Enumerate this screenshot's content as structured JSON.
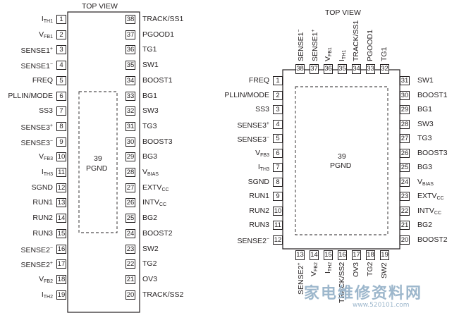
{
  "tssop": {
    "title": "TOP VIEW",
    "center_number": "39",
    "center_label": "PGND",
    "left_pins": [
      {
        "num": "1",
        "name": "I",
        "sub": "TH1"
      },
      {
        "num": "2",
        "name": "V",
        "sub": "FB1"
      },
      {
        "num": "3",
        "name": "SENSE1",
        "sup": "+"
      },
      {
        "num": "4",
        "name": "SENSE1",
        "sup": "−"
      },
      {
        "num": "5",
        "name": "FREQ"
      },
      {
        "num": "6",
        "name": "PLLIN/MODE"
      },
      {
        "num": "7",
        "name": "SS3"
      },
      {
        "num": "8",
        "name": "SENSE3",
        "sup": "+"
      },
      {
        "num": "9",
        "name": "SENSE3",
        "sup": "−"
      },
      {
        "num": "10",
        "name": "V",
        "sub": "FB3"
      },
      {
        "num": "11",
        "name": "I",
        "sub": "TH3"
      },
      {
        "num": "12",
        "name": "SGND"
      },
      {
        "num": "13",
        "name": "RUN1"
      },
      {
        "num": "14",
        "name": "RUN2"
      },
      {
        "num": "15",
        "name": "RUN3"
      },
      {
        "num": "16",
        "name": "SENSE2",
        "sup": "−"
      },
      {
        "num": "17",
        "name": "SENSE2",
        "sup": "+"
      },
      {
        "num": "18",
        "name": "V",
        "sub": "FB2"
      },
      {
        "num": "19",
        "name": "I",
        "sub": "TH2"
      }
    ],
    "right_pins": [
      {
        "num": "38",
        "name": "TRACK/SS1"
      },
      {
        "num": "37",
        "name": "PGOOD1"
      },
      {
        "num": "36",
        "name": "TG1"
      },
      {
        "num": "35",
        "name": "SW1"
      },
      {
        "num": "34",
        "name": "BOOST1"
      },
      {
        "num": "33",
        "name": "BG1"
      },
      {
        "num": "32",
        "name": "SW3"
      },
      {
        "num": "31",
        "name": "TG3"
      },
      {
        "num": "30",
        "name": "BOOST3"
      },
      {
        "num": "29",
        "name": "BG3"
      },
      {
        "num": "28",
        "name": "V",
        "sub": "BIAS"
      },
      {
        "num": "27",
        "name": "EXTV",
        "sub": "CC"
      },
      {
        "num": "26",
        "name": "INTV",
        "sub": "CC"
      },
      {
        "num": "25",
        "name": "BG2"
      },
      {
        "num": "24",
        "name": "BOOST2"
      },
      {
        "num": "23",
        "name": "SW2"
      },
      {
        "num": "22",
        "name": "TG2"
      },
      {
        "num": "21",
        "name": "OV3"
      },
      {
        "num": "20",
        "name": "TRACK/SS2"
      }
    ]
  },
  "qfn": {
    "title": "TOP VIEW",
    "center_number": "39",
    "center_label": "PGND",
    "left_pins": [
      {
        "num": "1",
        "name": "FREQ"
      },
      {
        "num": "2",
        "name": "PLLIN/MODE"
      },
      {
        "num": "3",
        "name": "SS3"
      },
      {
        "num": "4",
        "name": "SENSE3",
        "sup": "+"
      },
      {
        "num": "5",
        "name": "SENSE3",
        "sup": "−"
      },
      {
        "num": "6",
        "name": "V",
        "sub": "FB3"
      },
      {
        "num": "7",
        "name": "I",
        "sub": "TH3"
      },
      {
        "num": "8",
        "name": "SGND"
      },
      {
        "num": "9",
        "name": "RUN1"
      },
      {
        "num": "10",
        "name": "RUN2"
      },
      {
        "num": "11",
        "name": "RUN3"
      },
      {
        "num": "12",
        "name": "SENSE2",
        "sup": "−"
      }
    ],
    "right_pins": [
      {
        "num": "31",
        "name": "SW1"
      },
      {
        "num": "30",
        "name": "BOOST1"
      },
      {
        "num": "29",
        "name": "BG1"
      },
      {
        "num": "28",
        "name": "SW3"
      },
      {
        "num": "27",
        "name": "TG3"
      },
      {
        "num": "26",
        "name": "BOOST3"
      },
      {
        "num": "25",
        "name": "BG3"
      },
      {
        "num": "24",
        "name": "V",
        "sub": "BIAS"
      },
      {
        "num": "23",
        "name": "EXTV",
        "sub": "CC"
      },
      {
        "num": "22",
        "name": "INTV",
        "sub": "CC"
      },
      {
        "num": "21",
        "name": "BG2"
      },
      {
        "num": "20",
        "name": "BOOST2"
      }
    ],
    "top_pins": [
      {
        "num": "38",
        "name": "SENSE1",
        "sup": "−"
      },
      {
        "num": "37",
        "name": "SENSE1",
        "sup": "+"
      },
      {
        "num": "36",
        "name": "V",
        "sub": "FB1"
      },
      {
        "num": "35",
        "name": "I",
        "sub": "TH1"
      },
      {
        "num": "34",
        "name": "TRACK/SS1"
      },
      {
        "num": "33",
        "name": "PGOOD1"
      },
      {
        "num": "32",
        "name": "TG1"
      }
    ],
    "bottom_pins": [
      {
        "num": "13",
        "name": "SENSE2",
        "sup": "+"
      },
      {
        "num": "14",
        "name": "V",
        "sub": "FB2"
      },
      {
        "num": "15",
        "name": "I",
        "sub": "TH2"
      },
      {
        "num": "16",
        "name": "TRACK/SS2"
      },
      {
        "num": "17",
        "name": "OV3"
      },
      {
        "num": "18",
        "name": "TG2"
      },
      {
        "num": "19",
        "name": "SW2"
      }
    ]
  },
  "watermark": {
    "brand": "家电维修资料网",
    "url": "www.520101.com",
    "color": "#9db7cc"
  }
}
